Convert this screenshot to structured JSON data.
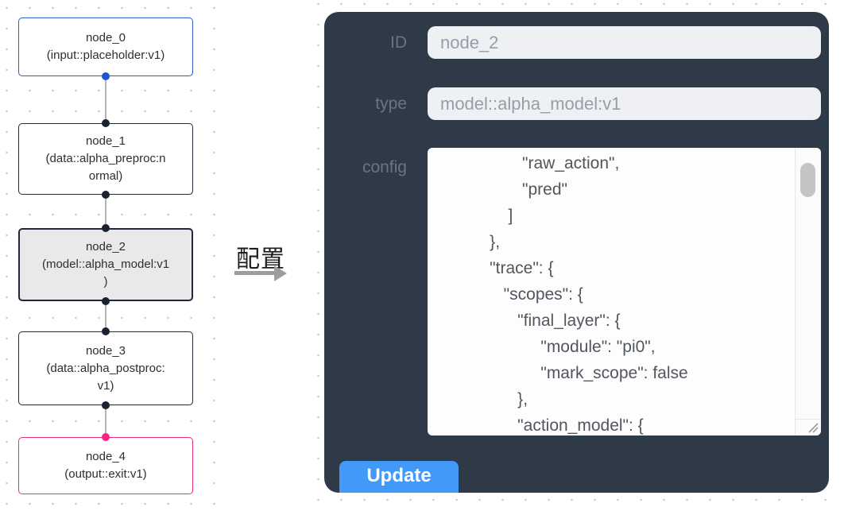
{
  "flow": {
    "nodes": [
      {
        "lines": [
          "node_0",
          "(input::placeholder:v1)"
        ]
      },
      {
        "lines": [
          "node_1",
          "(data::alpha_preproc:n",
          "ormal)"
        ]
      },
      {
        "lines": [
          "node_2",
          "(model::alpha_model:v1",
          ")"
        ]
      },
      {
        "lines": [
          "node_3",
          "(data::alpha_postproc:",
          "v1)"
        ]
      },
      {
        "lines": [
          "node_4",
          "(output::exit:v1)"
        ]
      }
    ],
    "colors": {
      "input_node_border": "#2a5ec9",
      "default_node_border": "#232936",
      "selected_node_bg": "#e9e9e9",
      "output_node_border": "#ee2b7d",
      "edge": "#b5b5b5"
    }
  },
  "bridge": {
    "label": "配置"
  },
  "panel": {
    "bg_color": "#2f3a48",
    "accent_color": "#4299f7",
    "id_field": {
      "label": "ID",
      "value": "node_2"
    },
    "type_field": {
      "label": "type",
      "value": "model::alpha_model:v1"
    },
    "config_field": {
      "label": "config",
      "lines": [
        "                  \"raw_action\",",
        "                  \"pred\"",
        "               ]",
        "           },",
        "           \"trace\": {",
        "              \"scopes\": {",
        "                 \"final_layer\": {",
        "                      \"module\": \"pi0\",",
        "                      \"mark_scope\": false",
        "                 },",
        "                 \"action_model\": {"
      ]
    },
    "update_button": {
      "label": "Update"
    }
  }
}
